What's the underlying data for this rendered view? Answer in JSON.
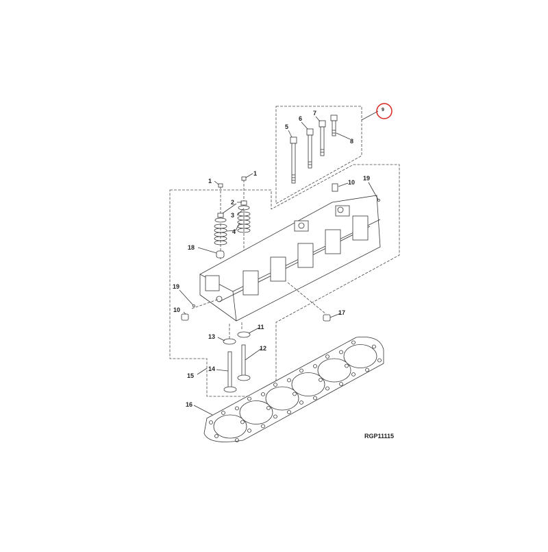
{
  "diagram": {
    "figure_id": "RGP11115",
    "highlight_color": "#d9241f",
    "callouts": {
      "c1a": "1",
      "c1b": "1",
      "c2": "2",
      "c3": "3",
      "c4": "4",
      "c5": "5",
      "c6": "6",
      "c7": "7",
      "c8": "8",
      "c9": "9",
      "c10a": "10",
      "c10b": "10",
      "c11": "11",
      "c12": "12",
      "c13": "13",
      "c14": "14",
      "c15": "15",
      "c16": "16",
      "c17": "17",
      "c18": "18",
      "c19a": "19",
      "c19b": "19"
    }
  }
}
